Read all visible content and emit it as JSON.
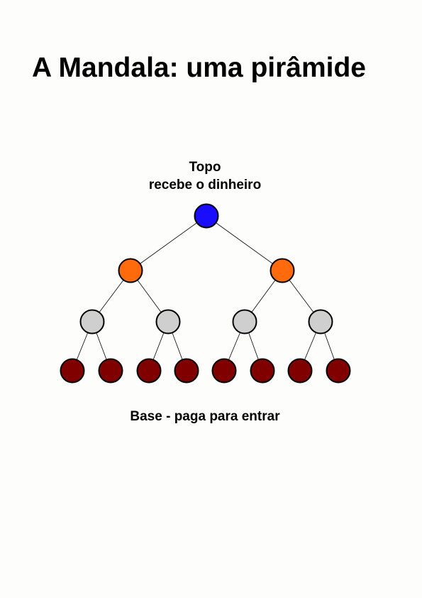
{
  "title": "A Mandala: uma pirâmide",
  "top_label": {
    "line1": "Topo",
    "line2": "recebe o dinheiro"
  },
  "base_label": "Base - paga para entrar",
  "levels": [
    {
      "count": 1,
      "color": "#1a0dff"
    },
    {
      "count": 2,
      "color": "#ff6a0d"
    },
    {
      "count": 4,
      "color": "#cfcfcf"
    },
    {
      "count": 8,
      "color": "#800000"
    }
  ],
  "node_outline_color": "#000000",
  "edge_color": "#000000"
}
